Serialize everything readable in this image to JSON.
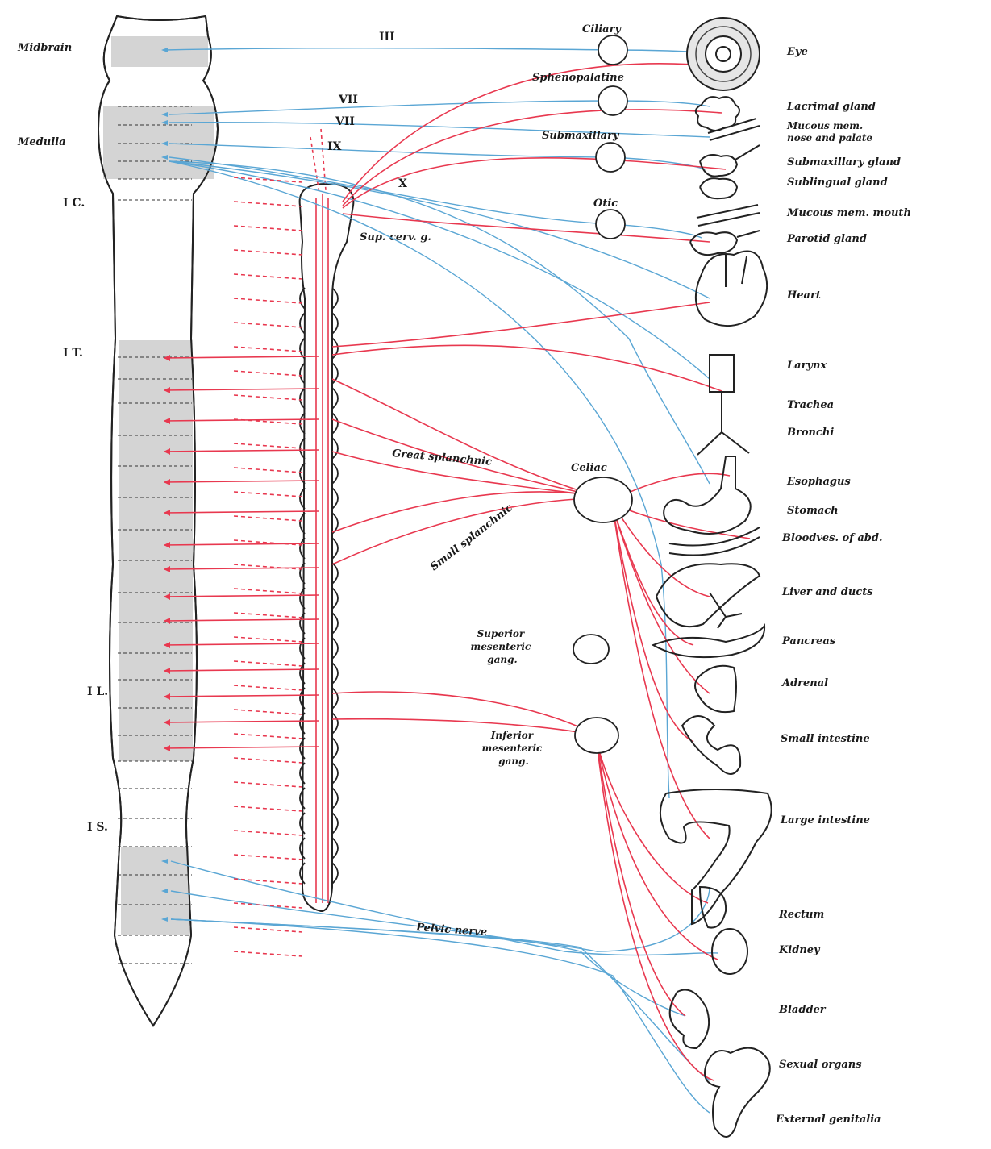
{
  "cord": {
    "labels": {
      "midbrain": "Midbrain",
      "medulla": "Medulla",
      "c1": "I C.",
      "t1": "I T.",
      "l1": "I L.",
      "s1": "I S."
    }
  },
  "cranial_nerves": {
    "iii": "III",
    "vii_a": "VII",
    "vii_b": "VII",
    "ix": "IX",
    "x": "X"
  },
  "ganglia": {
    "ciliary": "Ciliary",
    "sphenopalatine": "Sphenopalatine",
    "submaxillary": "Submaxillary",
    "otic": "Otic",
    "sup_cerv": "Sup. cerv. g.",
    "celiac": "Celiac",
    "great_splanchnic": "Great splanchnic",
    "small_splanchnic": "Small splanchnic",
    "sup_mes": [
      "Superior",
      "mesenteric",
      "gang."
    ],
    "inf_mes": [
      "Inferior",
      "mesenteric",
      "gang."
    ],
    "pelvic": "Pelvic nerve"
  },
  "organs": [
    "Eye",
    "Lacrimal gland",
    "Mucous mem.",
    "nose and palate",
    "Submaxillary gland",
    "Sublingual gland",
    "Mucous mem. mouth",
    "Parotid gland",
    "Heart",
    "Larynx",
    "Trachea",
    "Bronchi",
    "Esophagus",
    "Stomach",
    "Bloodves. of abd.",
    "Liver and ducts",
    "Pancreas",
    "Adrenal",
    "Small intestine",
    "Large intestine",
    "Rectum",
    "Kidney",
    "Bladder",
    "Sexual organs",
    "External genitalia"
  ],
  "colors": {
    "sympathetic": "#e8384f",
    "parasympathetic": "#5aa6d4",
    "shade": "#d4d4d4"
  }
}
